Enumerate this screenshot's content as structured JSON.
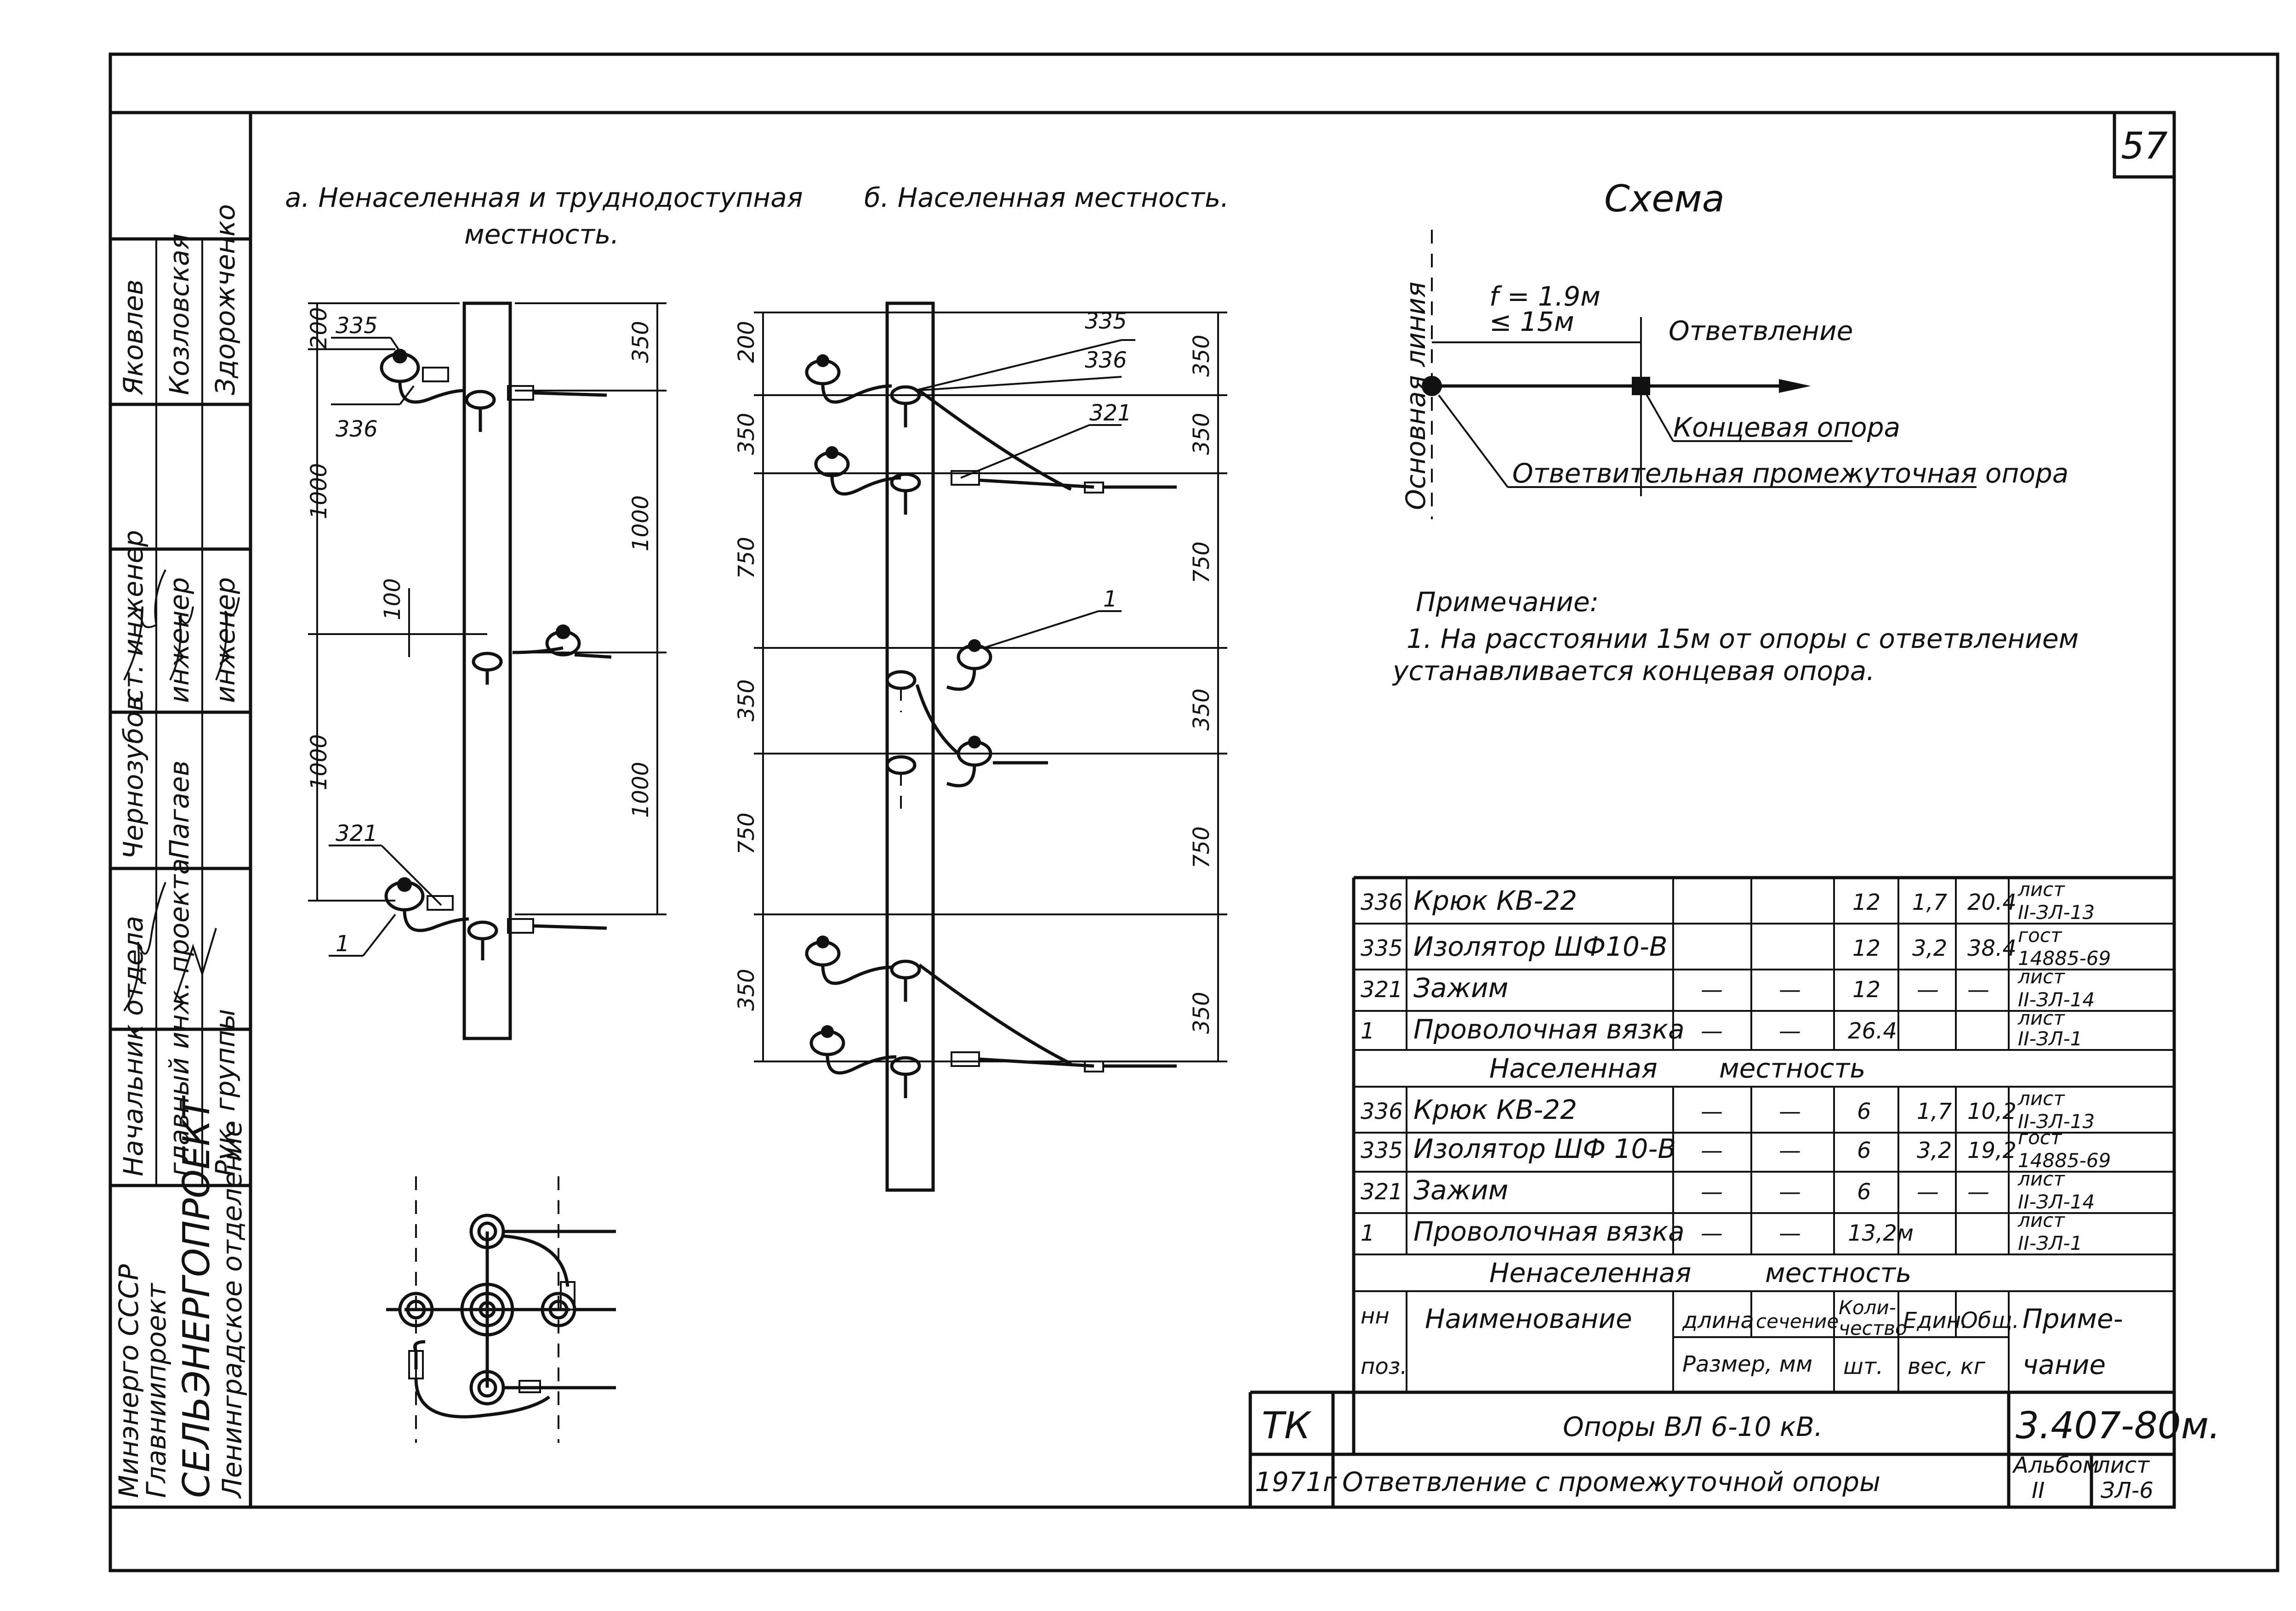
{
  "page_number": "57",
  "headings": {
    "a_line1": "а. Ненаселенная и труднодоступная",
    "a_line2": "местность.",
    "b": "б. Населенная местность.",
    "scheme": "Схема"
  },
  "scheme": {
    "main_line": "Основная линия",
    "sag": "f = 1.9м",
    "distance": "≤ 15м",
    "branch": "Ответвление",
    "terminal_pole": "Концевая опора",
    "branch_pole": "Ответвительная промежуточная опора"
  },
  "note": {
    "title": "Примечание:",
    "line1": "1. На расстоянии 15м от опоры с ответвлением",
    "line2": "устанавливается концевая опора."
  },
  "drawing_a": {
    "label_335": "335",
    "label_336": "336",
    "label_321": "321",
    "label_1": "1",
    "dim_200": "200",
    "dim_1000_left_top": "1000",
    "dim_1000_left_bottom": "1000",
    "dim_100": "100",
    "dim_350": "350",
    "dim_1000_right_top": "1000",
    "dim_1000_right_bottom": "1000"
  },
  "drawing_b": {
    "label_335": "335",
    "label_336": "336",
    "label_321": "321",
    "label_1": "1",
    "dim_200": "200",
    "dim_350_l1": "350",
    "dim_750_l1": "750",
    "dim_350_l2": "350",
    "dim_750_l2": "750",
    "dim_350_l3": "350",
    "dim_350_r1": "350",
    "dim_350_r2": "350",
    "dim_750_r1": "750",
    "dim_350_r3": "350",
    "dim_750_r2": "750",
    "dim_350_r4": "350"
  },
  "table": {
    "populated": [
      {
        "pos": "336",
        "name": "Крюк   КВ-22",
        "length": "",
        "section": "",
        "qty": "12",
        "unit_w": "1,7",
        "total_w": "20.4",
        "note1": "лист",
        "note2": "II-ЗЛ-13"
      },
      {
        "pos": "335",
        "name": "Изолятор  ШФ10-В",
        "length": "",
        "section": "",
        "qty": "12",
        "unit_w": "3,2",
        "total_w": "38.4",
        "note1": "гост",
        "note2": "14885-69"
      },
      {
        "pos": "321",
        "name": "Зажим",
        "length": "—",
        "section": "—",
        "qty": "12",
        "unit_w": "—",
        "total_w": "—",
        "note1": "лист",
        "note2": "II-ЗЛ-14"
      },
      {
        "pos": "1",
        "name": "Проволочная вязка",
        "length": "—",
        "section": "—",
        "qty": "26.4",
        "unit_w": "",
        "total_w": "",
        "note1": "лист",
        "note2": "II-ЗЛ-1"
      }
    ],
    "section_populated": "Населенная",
    "section_uninhabited": "Ненаселенная",
    "section_area": "местность",
    "uninhabited": [
      {
        "pos": "336",
        "name": "Крюк    КВ-22",
        "length": "—",
        "section": "—",
        "qty": "6",
        "unit_w": "1,7",
        "total_w": "10,2",
        "note1": "лист",
        "note2": "II-ЗЛ-13"
      },
      {
        "pos": "335",
        "name": "Изолятор  ШФ 10-В",
        "length": "—",
        "section": "—",
        "qty": "6",
        "unit_w": "3,2",
        "total_w": "19,2",
        "note1": "гост",
        "note2": "14885-69"
      },
      {
        "pos": "321",
        "name": "Зажим",
        "length": "—",
        "section": "—",
        "qty": "6",
        "unit_w": "—",
        "total_w": "—",
        "note1": "лист",
        "note2": "II-ЗЛ-14"
      },
      {
        "pos": "1",
        "name": "Проволочная вязка",
        "length": "—",
        "section": "—",
        "qty": "13,2м",
        "unit_w": "",
        "total_w": "",
        "note1": "лист",
        "note2": "II-ЗЛ-1"
      }
    ],
    "header": {
      "nn": "нн",
      "pos": "поз.",
      "name": "Наименование",
      "length": "длина",
      "section": "сечение",
      "size": "Размер, мм",
      "qty_1": "Коли-",
      "qty_2": "чество",
      "qty_3": "шт.",
      "unit": "Един.",
      "total": "Общ.",
      "weight": "вес, кг",
      "note_1": "Приме-",
      "note_2": "чание"
    }
  },
  "title_block": {
    "tk": "ТК",
    "title": "Опоры  ВЛ 6-10 кВ.",
    "code": "3.407-80м.",
    "year": "1971г",
    "subtitle": "Ответвление с промежуточной опоры",
    "album_label": "Альбом",
    "album_value": "II",
    "sheet_label": "лист",
    "sheet_value": "ЗЛ-6"
  },
  "strip": {
    "dept_head": "Начальник отдела",
    "chief_engineer": "главный инж. проекта",
    "group_lead": "Рук. группы",
    "name_1": "Чернозубов",
    "name_2": "Пагаев",
    "senior_engineer": "ст. инженер",
    "engineer_1": "инженер",
    "engineer_2": "инженер",
    "name_3": "Яковлев",
    "name_4": "Козловская",
    "name_5": "Здорожченко",
    "ministry": "Минэнерго СССР",
    "glavniiproekt": "Главниипроект",
    "institute": "СЕЛЬЭНЕРГОПРОЕКТ",
    "branch": "Ленинградское отделение"
  }
}
